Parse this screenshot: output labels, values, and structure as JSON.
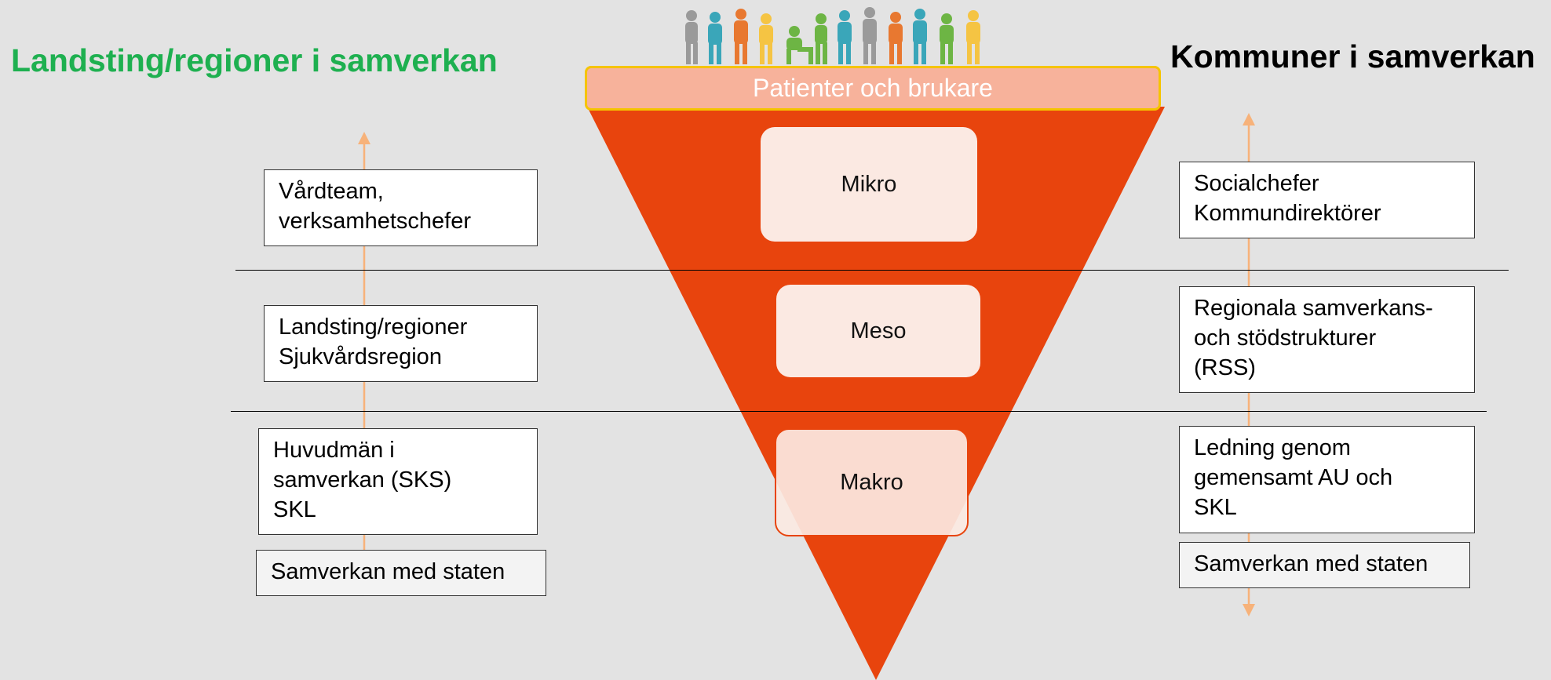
{
  "headings": {
    "left": "Landsting/regioner i samverkan",
    "right": "Kommuner i samverkan"
  },
  "banner": "Patienter och brukare",
  "levels": {
    "mikro": "Mikro",
    "meso": "Meso",
    "makro": "Makro"
  },
  "left_boxes": {
    "top": "Vårdteam,\nverksamhetschefer",
    "middle": "Landsting/regioner\nSjukvårdsregion",
    "bottom": "Huvudmän i\nsamverkan (SKS)\nSKL",
    "state": "Samverkan med staten"
  },
  "right_boxes": {
    "top": "Socialchefer\nKommundirektörer",
    "middle": "Regionala samverkans-\noch stödstrukturer\n(RSS)",
    "bottom": "Ledning genom\ngemensamt AU och\nSKL",
    "state": "Samverkan med staten"
  },
  "colors": {
    "triangle": "#e8440d",
    "arrow": "#f7b27a",
    "heading_left": "#1eb050",
    "banner_fill": "#f7b29b",
    "banner_border": "#f5c400",
    "level_fill": "#fbe9e2"
  },
  "icons": {
    "people": "people-silhouettes-icon"
  }
}
